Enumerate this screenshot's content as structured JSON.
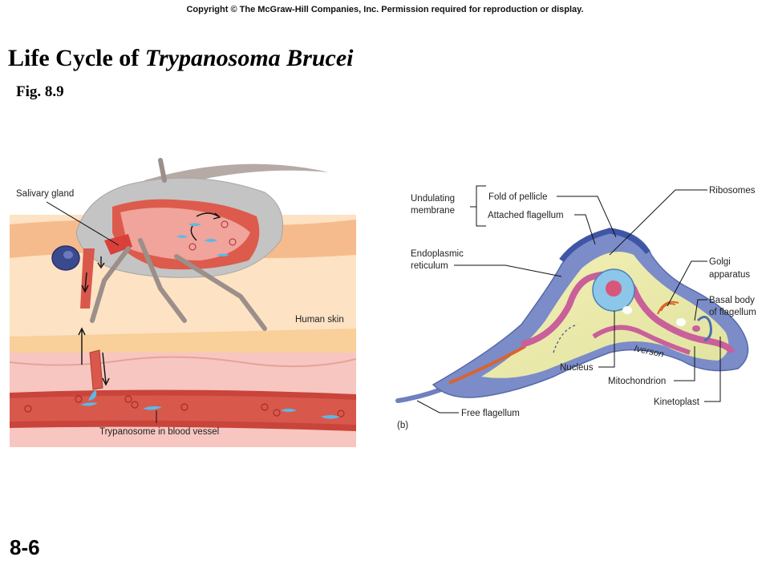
{
  "header": {
    "copyright": "Copyright © The McGraw-Hill Companies, Inc. Permission required for reproduction or display."
  },
  "slide": {
    "title_plain": "Life Cycle of ",
    "title_italic": "Trypanosoma Brucei",
    "fig_label": "Fig. 8.9",
    "slide_number": "8-6"
  },
  "diagram_a": {
    "labels": {
      "salivary_gland": "Salivary gland",
      "human_skin": "Human skin",
      "trypanosome_vessel": "Trypanosome in blood vessel"
    }
  },
  "diagram_b": {
    "labels": {
      "undulating_membrane_1": "Undulating",
      "undulating_membrane_2": "membrane",
      "fold_of_pellicle": "Fold of pellicle",
      "attached_flagellum": "Attached flagellum",
      "ribosomes": "Ribosomes",
      "er_1": "Endoplasmic",
      "er_2": "reticulum",
      "golgi_1": "Golgi",
      "golgi_2": "apparatus",
      "basal_1": "Basal body",
      "basal_2": "of flagellum",
      "iverson": "Iverson",
      "nucleus": "Nucleus",
      "mitochondrion": "Mitochondrion",
      "kinetoplast": "Kinetoplast",
      "free_flagellum": "Free flagellum",
      "panel_b": "(b)"
    }
  },
  "colors": {
    "skin_light": "#fbd3ad",
    "skin_band": "#f6b98a",
    "dermis": "#f7c5bf",
    "vessel_wall": "#c9443b",
    "vessel_inner": "#d9584c",
    "trypanosome": "#5bb9e6",
    "fly_body": "#bdbdbd",
    "cell_outer": "#6f7fbf",
    "cell_inner": "#f1e7a6",
    "mitochondrion": "#c9609a"
  }
}
